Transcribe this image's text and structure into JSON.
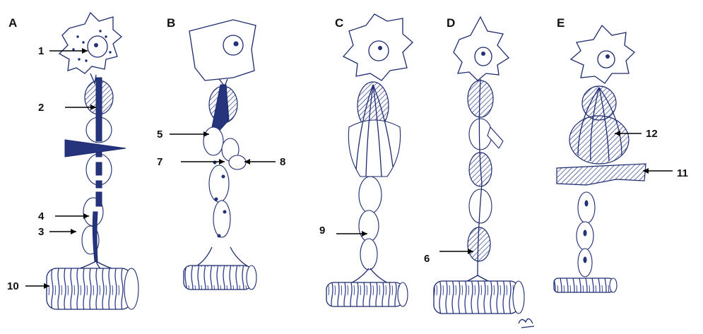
{
  "panels": [
    {
      "letter": "A"
    },
    {
      "letter": "B"
    },
    {
      "letter": "C"
    },
    {
      "letter": "D"
    },
    {
      "letter": "E"
    }
  ],
  "callouts": {
    "c1": "1",
    "c2": "2",
    "c3": "3",
    "c4": "4",
    "c5": "5",
    "c6": "6",
    "c7": "7",
    "c8": "8",
    "c9": "9",
    "c10": "10",
    "c11": "11",
    "c12": "12"
  },
  "colors": {
    "ink": "#1c2a6e",
    "paper": "#ffffff"
  }
}
